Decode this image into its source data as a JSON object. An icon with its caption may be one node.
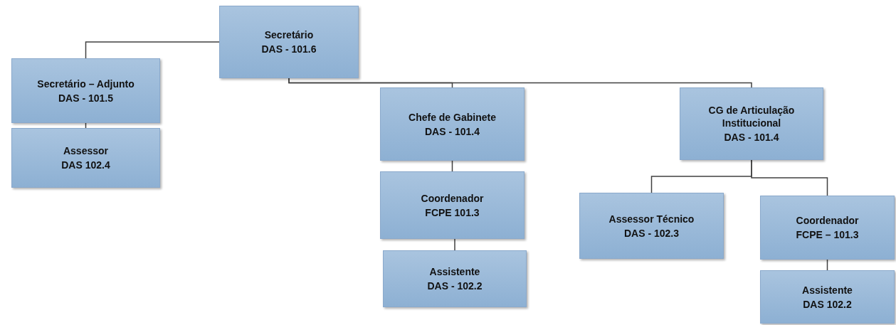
{
  "diagram": {
    "nodes": [
      {
        "text": [
          "Secretário",
          "DAS - 101.6"
        ]
      },
      {
        "text": [
          "Secretário – Adjunto",
          "DAS - 101.5"
        ]
      },
      {
        "text": [
          "Assessor",
          "DAS 102.4"
        ]
      },
      {
        "text": [
          "Chefe de Gabinete",
          "DAS - 101.4"
        ]
      },
      {
        "text": [
          "Coordenador",
          "FCPE 101.3"
        ]
      },
      {
        "text": [
          "Assistente",
          "DAS - 102.2"
        ]
      },
      {
        "text": [
          "CG de Articulação Institucional",
          "DAS - 101.4"
        ]
      },
      {
        "text": [
          "Assessor Técnico",
          "DAS - 102.3"
        ]
      },
      {
        "text": [
          "Coordenador",
          "FCPE – 101.3"
        ]
      },
      {
        "text": [
          "Assistente",
          "DAS 102.2"
        ]
      }
    ],
    "edges": [
      {
        "from": 0,
        "to": 1,
        "arrow": "none"
      },
      {
        "from": 1,
        "to": 2,
        "arrow": "none"
      },
      {
        "from": 0,
        "to": 3,
        "arrow": "none"
      },
      {
        "from": 3,
        "to": 4,
        "arrow": "none"
      },
      {
        "from": 4,
        "to": 5,
        "arrow": "none"
      },
      {
        "from": 0,
        "to": 6,
        "arrow": "none"
      },
      {
        "from": 6,
        "to": 7,
        "arrow": "none"
      },
      {
        "from": 6,
        "to": 8,
        "arrow": "none"
      },
      {
        "from": 8,
        "to": 9,
        "arrow": "none"
      }
    ]
  }
}
